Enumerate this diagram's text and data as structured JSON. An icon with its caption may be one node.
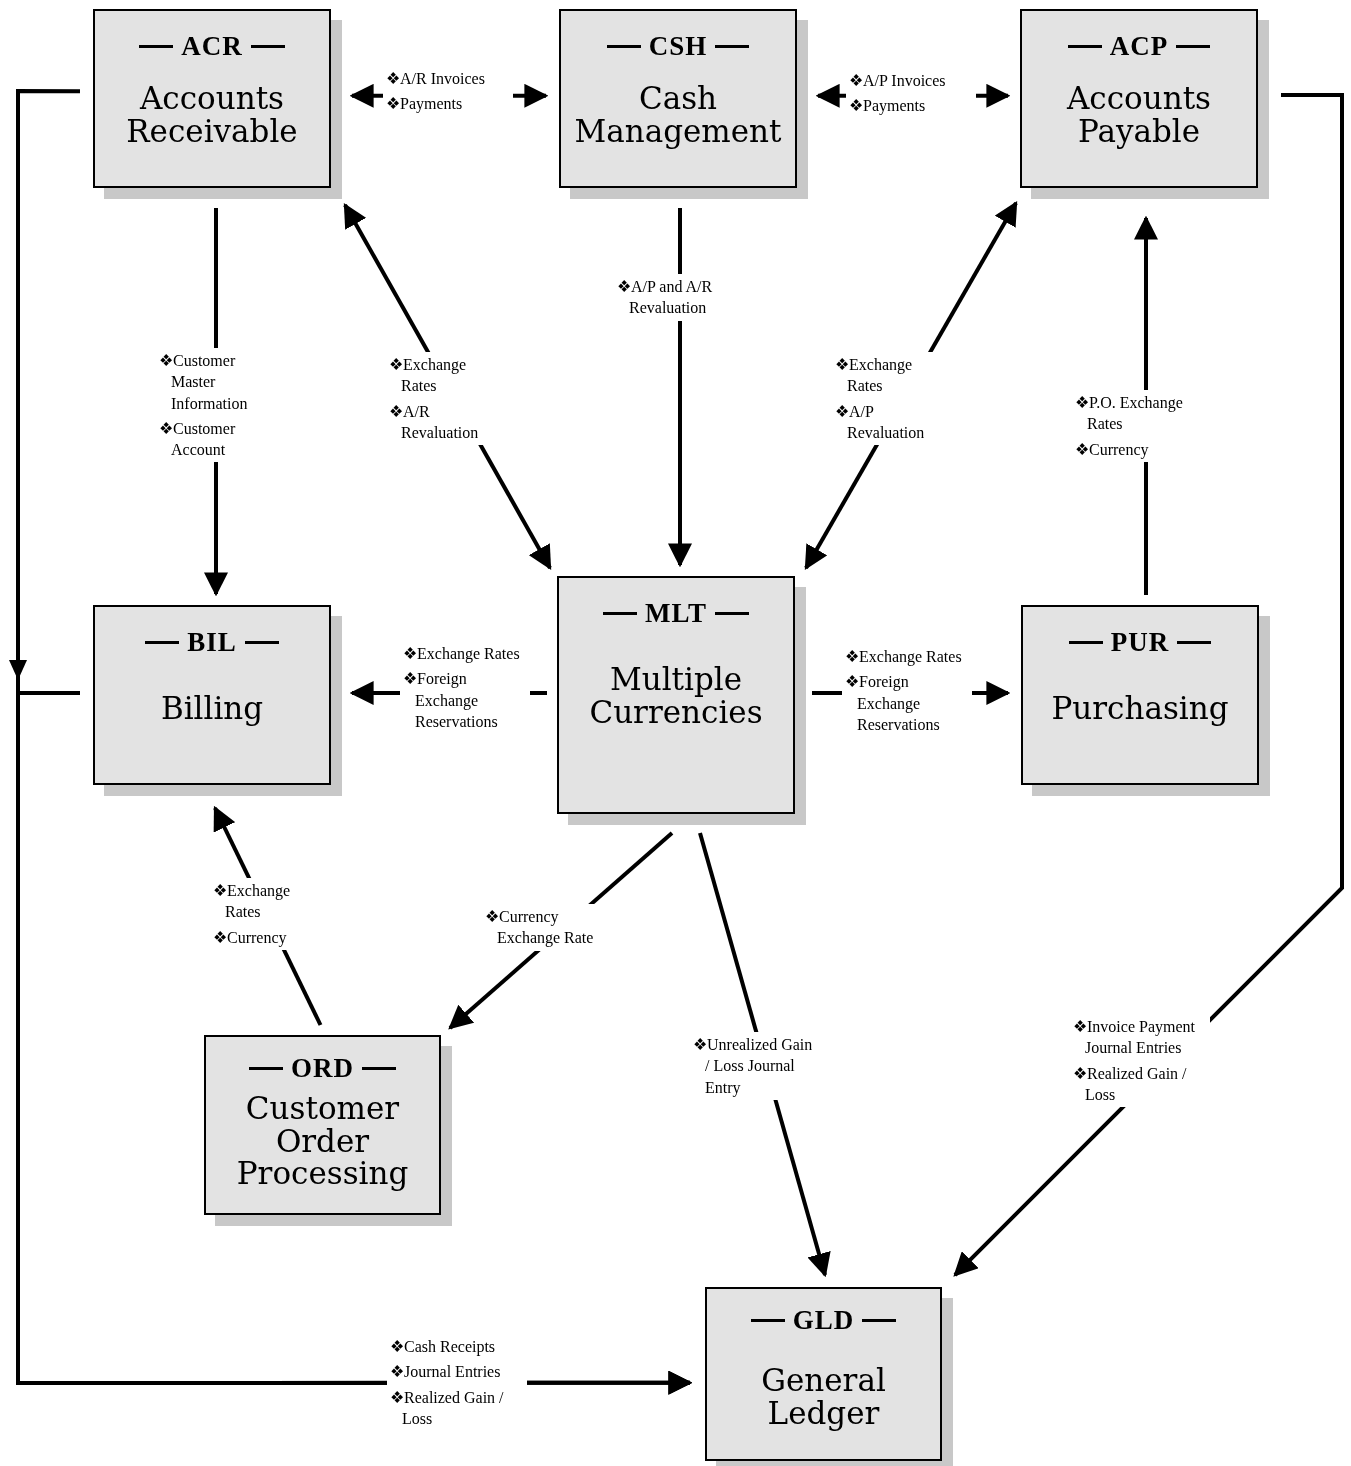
{
  "diagram": {
    "nodes": [
      {
        "text": [
          "ACR",
          "Accounts Receivable"
        ]
      },
      {
        "text": [
          "CSH",
          "Cash Management"
        ]
      },
      {
        "text": [
          "ACP",
          "Accounts Payable"
        ]
      },
      {
        "text": [
          "BIL",
          "Billing"
        ]
      },
      {
        "text": [
          "MLT",
          "Multiple Currencies"
        ]
      },
      {
        "text": [
          "PUR",
          "Purchasing"
        ]
      },
      {
        "text": [
          "ORD",
          "Customer Order Processing"
        ]
      },
      {
        "text": [
          "GLD",
          "General Ledger"
        ]
      }
    ],
    "edges": [
      {
        "from": 0,
        "to": 1,
        "arrow": "both",
        "label": "❖A/R Invoices ❖Payments"
      },
      {
        "from": 1,
        "to": 2,
        "arrow": "both",
        "label": "❖A/P Invoices ❖Payments"
      },
      {
        "from": 0,
        "to": 3,
        "arrow": "to",
        "label": "❖Customer Master Information ❖Customer Account"
      },
      {
        "from": 4,
        "to": 0,
        "arrow": "both",
        "label": "❖Exchange Rates ❖A/R Revaluation"
      },
      {
        "from": 1,
        "to": 4,
        "arrow": "to",
        "label": "❖A/P and A/R Revaluation"
      },
      {
        "from": 4,
        "to": 2,
        "arrow": "both",
        "label": "❖Exchange Rates ❖A/P Revaluation"
      },
      {
        "from": 5,
        "to": 2,
        "arrow": "to",
        "label": "❖P.O. Exchange Rates ❖Currency"
      },
      {
        "from": 4,
        "to": 3,
        "arrow": "to",
        "label": "❖Exchange Rates ❖Foreign Exchange Reservations"
      },
      {
        "from": 4,
        "to": 5,
        "arrow": "to",
        "label": "❖Exchange Rates ❖Foreign Exchange Reservations"
      },
      {
        "from": 6,
        "to": 3,
        "arrow": "to",
        "label": "❖Exchange Rates ❖Currency"
      },
      {
        "from": 4,
        "to": 6,
        "arrow": "to",
        "label": "❖Currency Exchange Rate"
      },
      {
        "from": 4,
        "to": 7,
        "arrow": "to",
        "label": "❖Unrealized Gain / Loss Journal Entry"
      },
      {
        "from": 2,
        "to": 7,
        "arrow": "to",
        "label": "❖Invoice Payment Journal Entries ❖Realized Gain / Loss"
      },
      {
        "from": 0,
        "to": 7,
        "arrow": "to",
        "label": "❖Cash Receipts ❖Journal Entries ❖Realized Gain / Loss"
      },
      {
        "from": 3,
        "to": 7,
        "arrow": "to"
      }
    ]
  }
}
